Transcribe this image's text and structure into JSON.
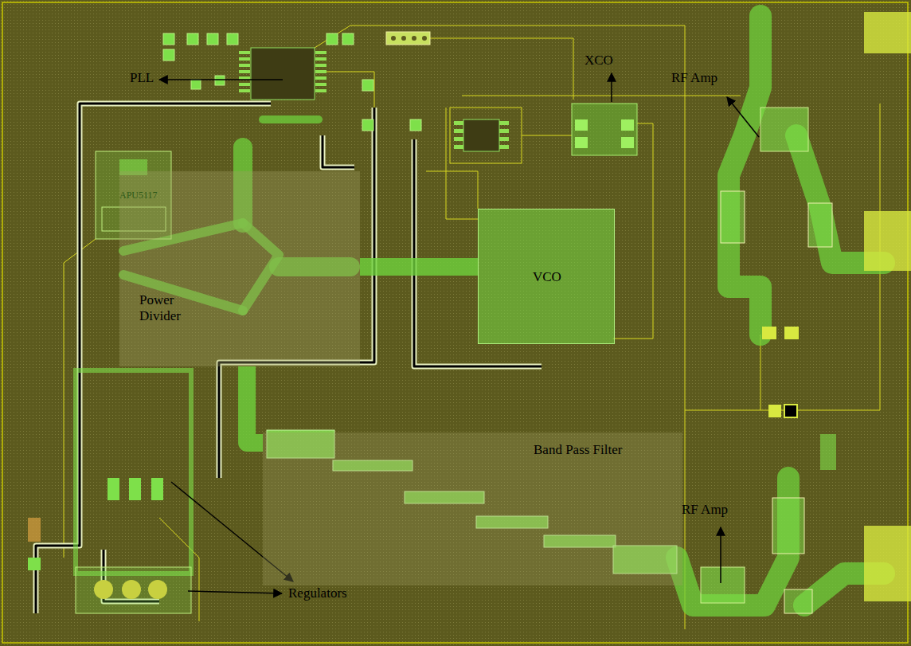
{
  "diagram": {
    "nodes": [
      {
        "text": [
          "Power Divider"
        ]
      },
      {
        "text": [
          "VCO"
        ]
      },
      {
        "text": [
          "Band Pass Filter"
        ]
      }
    ],
    "edges": [
      {
        "from": 1,
        "to": 0,
        "arrow": "none"
      },
      {
        "from": 0,
        "to": 2,
        "arrow": "none"
      }
    ],
    "labels": [
      "PLL",
      "XCO",
      "RF Amp",
      "RF Amp",
      "Regulators",
      "APU5117"
    ]
  }
}
